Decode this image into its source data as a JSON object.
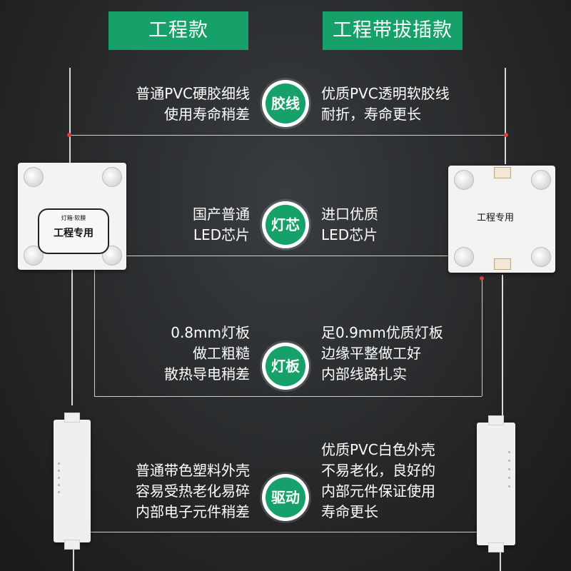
{
  "header": {
    "left_tab": "工程款",
    "right_tab": "工程带拔插款"
  },
  "rows": [
    {
      "badge": "胶线",
      "left_lines": [
        "普通PVC硬胶细线",
        "使用寿命稍差"
      ],
      "right_lines": [
        "优质PVC透明软胶线",
        "耐折，寿命更长"
      ]
    },
    {
      "badge": "灯芯",
      "left_lines": [
        "国产普通",
        "LED芯片"
      ],
      "right_lines": [
        "进口优质",
        "LED芯片"
      ]
    },
    {
      "badge": "灯板",
      "left_lines": [
        "0.8mm灯板",
        "做工粗糙",
        "散热导电稍差"
      ],
      "right_lines": [
        "足0.9mm优质灯板",
        "边缘平整做工好",
        "内部线路扎实"
      ]
    },
    {
      "badge": "驱动",
      "left_lines": [
        "普通带色塑料外壳",
        "容易受热老化易碎",
        "内部电子元件稍差"
      ],
      "right_lines": [
        "优质PVC白色外壳",
        "不易老化，良好的",
        "内部元件保证使用",
        "寿命更长"
      ]
    }
  ],
  "left_board": {
    "label_small": "灯箱·软膜",
    "label_main": "工程专用"
  },
  "right_board": {
    "label_main": "工程专用"
  },
  "colors": {
    "accent": "#16a06a",
    "background": "#26282a",
    "marker": "#e23b3b",
    "line": "#cfcfcf"
  }
}
